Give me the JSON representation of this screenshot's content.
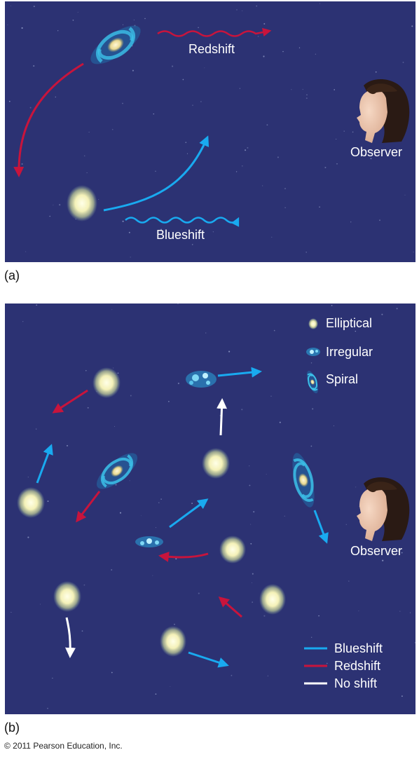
{
  "panel_a": {
    "caption": "(a)",
    "redshift_label": "Redshift",
    "blueshift_label": "Blueshift",
    "observer_label": "Observer"
  },
  "panel_b": {
    "caption": "(b)",
    "observer_label": "Observer",
    "galaxy_legend": {
      "elliptical": "Elliptical",
      "irregular": "Irregular",
      "spiral": "Spiral"
    },
    "shift_legend": {
      "blueshift": "Blueshift",
      "redshift": "Redshift",
      "noshift": "No shift"
    }
  },
  "credit": "© 2011 Pearson Education, Inc.",
  "colors": {
    "background": "#2c3273",
    "redshift": "#c8143c",
    "blueshift": "#19aaf0",
    "noshift": "#ffffff"
  }
}
